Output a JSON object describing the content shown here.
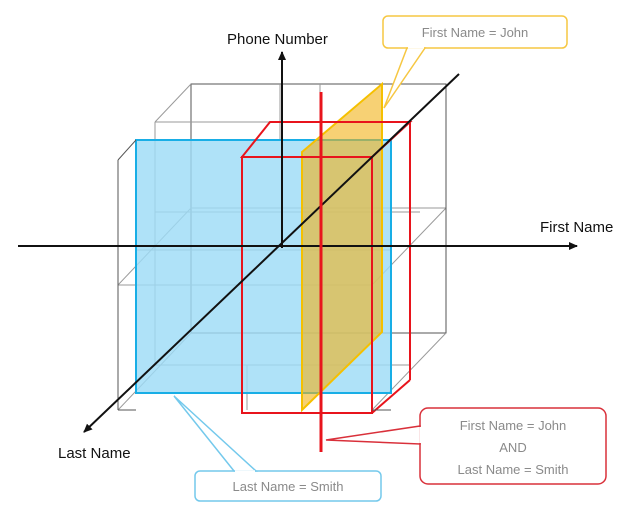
{
  "axes": {
    "phone": "Phone  Number",
    "first": "First Name",
    "last": "Last Name"
  },
  "callouts": {
    "john": "First Name = John",
    "smith": "Last Name = Smith",
    "john_and_smith": {
      "line1": "First Name = John",
      "line2": "AND",
      "line3": "Last Name = Smith"
    }
  },
  "colors": {
    "axis": "#111111",
    "cube": "#555555",
    "grid": "#9a9a9a",
    "blue_fill": "#9edcf6",
    "blue_stroke": "#18aee6",
    "yellow_fill": "#f2b318",
    "yellow_stroke": "#f5c000",
    "red": "#e8141c",
    "callout_yellow": "#f6c742",
    "callout_blue": "#74c9ec",
    "callout_red": "#d9303a"
  }
}
